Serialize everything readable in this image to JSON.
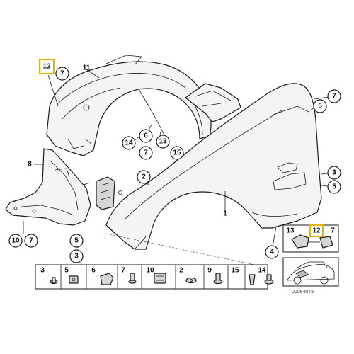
{
  "diagram": {
    "main_labels": {
      "wheel_arch_top": "11",
      "wheel_arch_front": "8",
      "fender": "1",
      "fender_lower": "2",
      "arch_clip_a": "6",
      "arch_clip_b": "7",
      "arch_clip_c": "13",
      "arch_clip_d": "15",
      "arch_clip_e": "14",
      "fender_right_top": "7",
      "fender_right_a": "5",
      "fender_right_b": "5",
      "fender_right_c": "3",
      "fender_bottom_right": "4",
      "lower_left_a": "10",
      "lower_left_b": "7",
      "lower_mid_a": "5",
      "lower_mid_b": "3",
      "highlight_top_left": "12",
      "mid_left_b": "7"
    },
    "inset": {
      "label_a": "13",
      "label_b": "12",
      "label_c": "7"
    },
    "fastener_strip": [
      "3",
      "5",
      "6",
      "7",
      "10",
      "2",
      "9",
      "15",
      "14"
    ],
    "footer_code": "00084075"
  }
}
